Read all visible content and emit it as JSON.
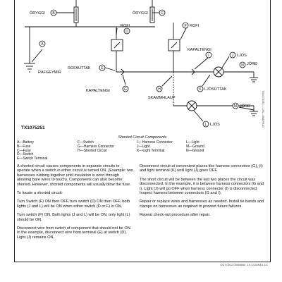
{
  "diagram": {
    "callouts": {
      "a": "A",
      "b": "B",
      "c": "C",
      "d": "D",
      "e": "E",
      "f": "F",
      "g": "G",
      "h": "H",
      "i": "I",
      "j": "J",
      "k": "K",
      "l": "L",
      "m": "M",
      "n": "N"
    },
    "labels": {
      "fuse_b": "ÖRYGGI",
      "fuse_c": "ÖRYGGI",
      "switch_d": "ROFI",
      "switch_f": "ROFI",
      "battery": "RAFGEYMIR",
      "switch_terminal": "ROFAÚTTAK",
      "connector_g": "KAPALTENGI",
      "connector_i": "KAPALTENGI",
      "short": "SKAMMHLAUP",
      "light_j": "LJÓS",
      "ground_n": "JÖRÐ",
      "light_terminal": "LJÓSÚTTAK",
      "ground_m": "JÖRÐ",
      "light_l": "LJÓS"
    }
  },
  "figure": {
    "id": "TX1075251",
    "side_code": "TX1075251 —UN—09APR10",
    "caption": "Shorted Circuit Components"
  },
  "legend": {
    "col1": [
      "A—Battery",
      "B—Fuse",
      "C—Fuse",
      "D—Switch",
      "E—Switch Terminal"
    ],
    "col2": [
      "F—Switch",
      "G—Harness Connector",
      "H—Shorted Circuit"
    ],
    "col3": [
      "I— Harness Connector",
      "J—Light",
      "K—Light Terminal"
    ],
    "col4": [
      "L—Light",
      "M—Ground",
      "N—Ground"
    ]
  },
  "body_left": [
    "A shorted circuit causes components in separate circuits to operate when a switch in either circuit is turned ON. (Example: two harnesses rubbing together until insulation is worn through allowing bare wires to touch). Components can also become shorted. However, shorted components will usually blow the fuse.",
    "To locate a shorted circuit:",
    "Turn Switch (F) ON then OFF, turn switch (D) ON then OFF, both lights (J and L) will be ON when either switch (D or F) is ON.",
    "Turn switch (F) ON. Both lights (J and L) will be ON, only light (L) should be ON.",
    "Disconnect wire from switch of component that should not be ON. In the example, disconnect wire from terminal (E) at switch (D). Light (J) remains ON."
  ],
  "body_right": [
    "Disconnect circuit at convenient places like harness connectors (G), (I) and light terminal (K) until light (J) goes OFF.",
    "The short circuit will be between the last two places the circuit was disconnected. In the example, it is between harness connectors (G and I). Light (J) will go OFF when harness connector (I) is disconnected. Inspect harness between connectors (G and I).",
    "Repair or replace wires and harnesses as needed. Install tie bands and clamps on harnesses as required to prevent future failures.",
    "Repeat check-out procedure after repair."
  ],
  "doc_code": "OUT,0012,000M850 -19-14JUN10-1/1"
}
